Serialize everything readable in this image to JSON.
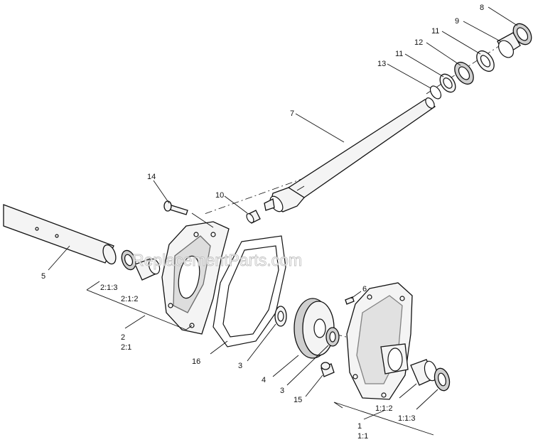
{
  "watermark": "ReplacementParts.com",
  "callouts": {
    "c8": "8",
    "c9": "9",
    "c11a": "11",
    "c12": "12",
    "c11b": "11",
    "c13": "13",
    "c7": "7",
    "c14": "14",
    "c10": "10",
    "c5": "5",
    "c213": "2:1:3",
    "c212": "2:1:2",
    "c2": "2",
    "c21": "2:1",
    "c6": "6",
    "c16": "16",
    "c3a": "3",
    "c4": "4",
    "c3b": "3",
    "c15": "15",
    "c112": "1:1:2",
    "c113": "1:1:3",
    "c1": "1",
    "c11": "1:1"
  }
}
